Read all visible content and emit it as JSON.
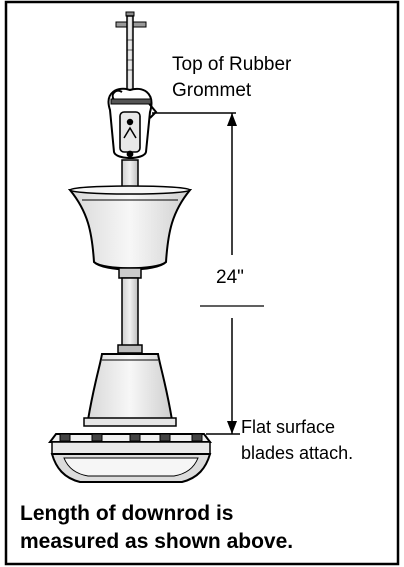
{
  "labels": {
    "top_grommet_line1": "Top of Rubber",
    "top_grommet_line2": "Grommet",
    "dimension": "24\"",
    "flat_surface_line1": "Flat surface",
    "flat_surface_line2": "blades attach."
  },
  "caption": {
    "line1": "Length of downrod is",
    "line2": "measured as shown above."
  },
  "colors": {
    "stroke": "#000000",
    "fill_light": "#f4f4f4",
    "fill_mid": "#dcdcdc",
    "fill_dark": "#bdbdbd",
    "background": "#ffffff"
  }
}
